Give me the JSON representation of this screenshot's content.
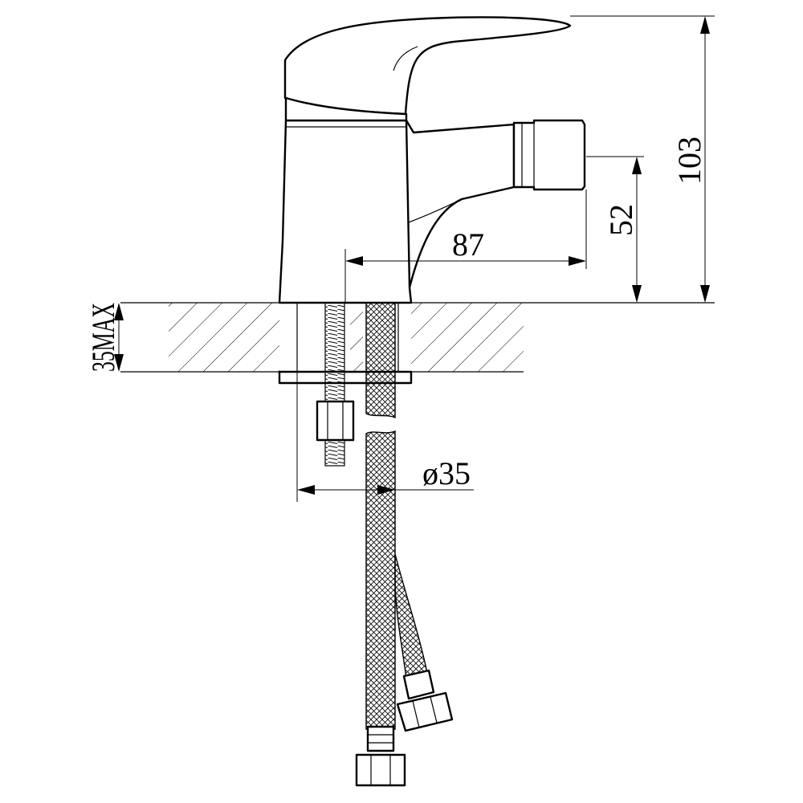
{
  "dimensions": {
    "height_total": "103",
    "spout_height": "52",
    "spout_reach": "87",
    "deck_thickness": "35MAX",
    "hole_diameter": "ø35"
  },
  "colors": {
    "line": "#000000",
    "background": "#ffffff"
  }
}
